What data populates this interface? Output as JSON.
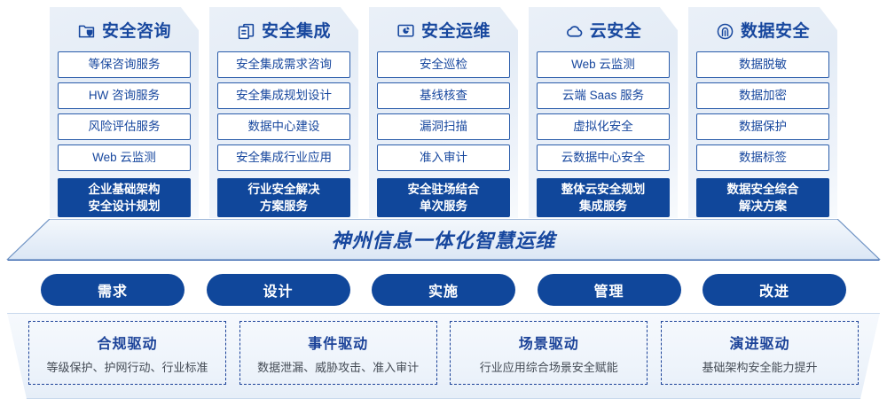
{
  "pillars": [
    {
      "icon": "shield-folder-icon",
      "title": "安全咨询",
      "items": [
        "等保咨询服务",
        "HW 咨询服务",
        "风险评估服务",
        "Web 云监测"
      ],
      "highlight": [
        "企业基础架构",
        "安全设计规划"
      ]
    },
    {
      "icon": "stacked-documents-icon",
      "title": "安全集成",
      "items": [
        "安全集成需求咨询",
        "安全集成规划设计",
        "数据中心建设",
        "安全集成行业应用"
      ],
      "highlight": [
        "行业安全解决",
        "方案服务"
      ]
    },
    {
      "icon": "monitor-chart-icon",
      "title": "安全运维",
      "items": [
        "安全巡检",
        "基线核查",
        "漏洞扫描",
        "准入审计"
      ],
      "highlight": [
        "安全驻场结合",
        "单次服务"
      ]
    },
    {
      "icon": "cloud-icon",
      "title": "云安全",
      "items": [
        "Web 云监测",
        "云端 Saas 服务",
        "虚拟化安全",
        "云数据中心安全"
      ],
      "highlight": [
        "整体云安全规划",
        "集成服务"
      ]
    },
    {
      "icon": "fingerprint-icon",
      "title": "数据安全",
      "items": [
        "数据脱敏",
        "数据加密",
        "数据保护",
        "数据标签"
      ],
      "highlight": [
        "数据安全综合",
        "解决方案"
      ]
    }
  ],
  "banner": {
    "text": "神州信息一体化智慧运维"
  },
  "phases": [
    {
      "label": "需求"
    },
    {
      "label": "设计"
    },
    {
      "label": "实施"
    },
    {
      "label": "管理"
    },
    {
      "label": "改进"
    }
  ],
  "drivers": [
    {
      "title": "合规驱动",
      "desc": "等级保护、护网行动、行业标准"
    },
    {
      "title": "事件驱动",
      "desc": "数据泄漏、威胁攻击、准入审计"
    },
    {
      "title": "场景驱动",
      "desc": "行业应用综合场景安全赋能"
    },
    {
      "title": "演进驱动",
      "desc": "基础架构安全能力提升"
    }
  ],
  "colors": {
    "brand_blue": "#17479E",
    "deep_blue": "#10479B",
    "outline_blue": "#2A5CAA",
    "card_bg": "#eaf0f8",
    "text_gray": "#444b55"
  }
}
